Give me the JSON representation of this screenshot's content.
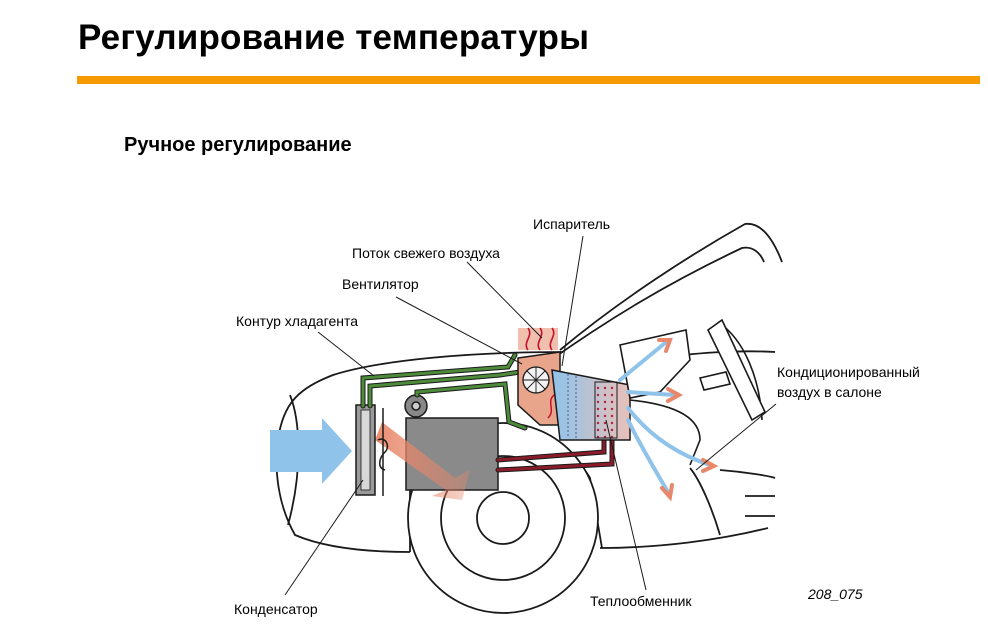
{
  "header": {
    "title": "Регулирование температуры",
    "accent_color": "#f59a00"
  },
  "section": {
    "subtitle": "Ручное регулирование"
  },
  "diagram": {
    "labels": {
      "evaporator": "Испаритель",
      "fresh_air": "Поток свежего воздуха",
      "fan": "Вентилятор",
      "refrigerant_circuit": "Контур хладагента",
      "conditioned_air_line1": "Кондиционированный",
      "conditioned_air_line2": "воздух в салоне",
      "condenser": "Конденсатор",
      "heat_exchanger": "Теплообменник"
    },
    "figure_number": "208_075",
    "colors": {
      "refrigerant": "#4d8a3a",
      "heating": "#8a1c2a",
      "cold_air": "#8fc3ea",
      "warm_air": "#e8876a"
    }
  }
}
